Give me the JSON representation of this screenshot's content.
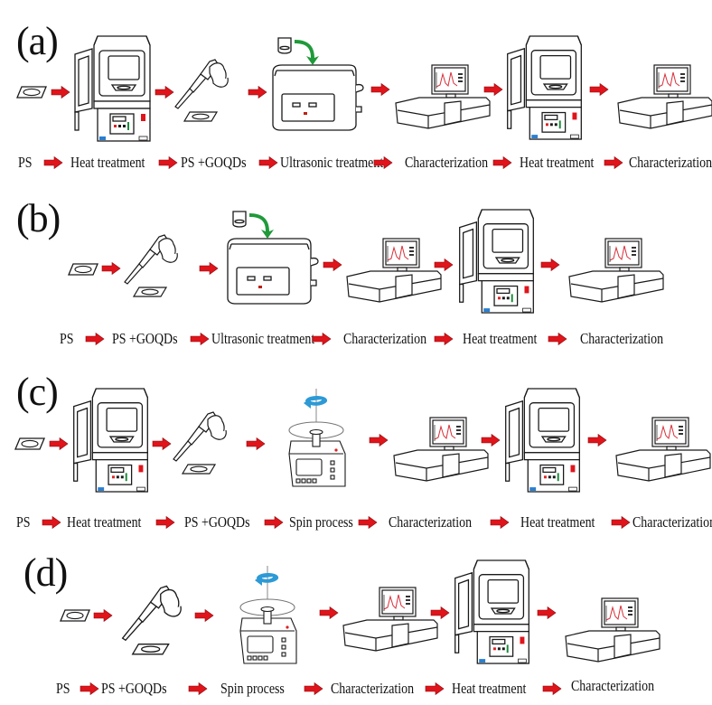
{
  "figure": {
    "colors": {
      "arrow": "#e0141b",
      "ink": "#1a1a1a",
      "green_arrow": "#1f9a3a",
      "blue_arrow": "#2d9ad6",
      "spectrum_line": "#d8303a"
    },
    "icon_legend": {
      "substrate": "PS substrate (glass slide)",
      "furnace": "Muffle furnace",
      "pipette": "Micropipette dropping GOQDs",
      "ultrasonic": "Ultrasonic bath with beaker",
      "spin_coater": "Spin coater",
      "spectrometer": "Spectrometer with monitor"
    },
    "panels": [
      {
        "label": "(a)",
        "steps": [
          "PS",
          "Heat treatment",
          "PS +GOQDs",
          "Ultrasonic treatment",
          "Characterization",
          "Heat treatment",
          "Characterization"
        ],
        "icons": [
          "substrate",
          "furnace",
          "pipette",
          "ultrasonic",
          "spectrometer",
          "furnace",
          "spectrometer"
        ]
      },
      {
        "label": "(b)",
        "steps": [
          "PS",
          "PS +GOQDs",
          "Ultrasonic treatment",
          "Characterization",
          "Heat treatment",
          "Characterization"
        ],
        "icons": [
          "substrate",
          "pipette",
          "ultrasonic",
          "spectrometer",
          "furnace",
          "spectrometer"
        ]
      },
      {
        "label": "(c)",
        "steps": [
          "PS",
          "Heat treatment",
          "PS +GOQDs",
          "Spin process",
          "Characterization",
          "Heat treatment",
          "Characterization"
        ],
        "icons": [
          "substrate",
          "furnace",
          "pipette",
          "spin_coater",
          "spectrometer",
          "furnace",
          "spectrometer"
        ]
      },
      {
        "label": "(d)",
        "steps": [
          "PS",
          "PS +GOQDs",
          "Spin process",
          "Characterization",
          "Heat treatment",
          "Characterization"
        ],
        "icons": [
          "substrate",
          "pipette",
          "spin_coater",
          "spectrometer",
          "furnace",
          "spectrometer"
        ]
      }
    ]
  }
}
